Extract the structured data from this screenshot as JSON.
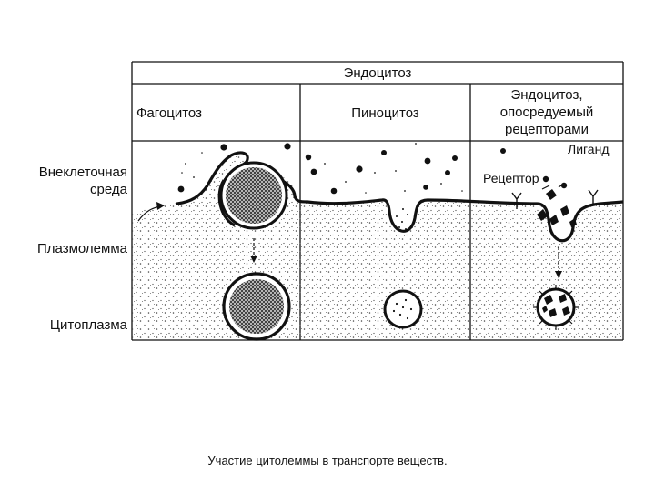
{
  "header": {
    "title": "Эндоцитоз",
    "columns": [
      {
        "label": "Фагоцитоз"
      },
      {
        "label": "Пиноцитоз"
      },
      {
        "label": "Эндоцитоз,\nопосредуемый\nрецепторами"
      }
    ]
  },
  "side_labels": {
    "extracellular": "Внеклеточная\nсреда",
    "plasmalemma": "Плазмолемма",
    "cytoplasm": "Цитоплазма"
  },
  "annotations": {
    "ligand": "Лиганд",
    "receptor": "Рецептор"
  },
  "caption": "Участие цитолеммы в транспорте веществ."
}
